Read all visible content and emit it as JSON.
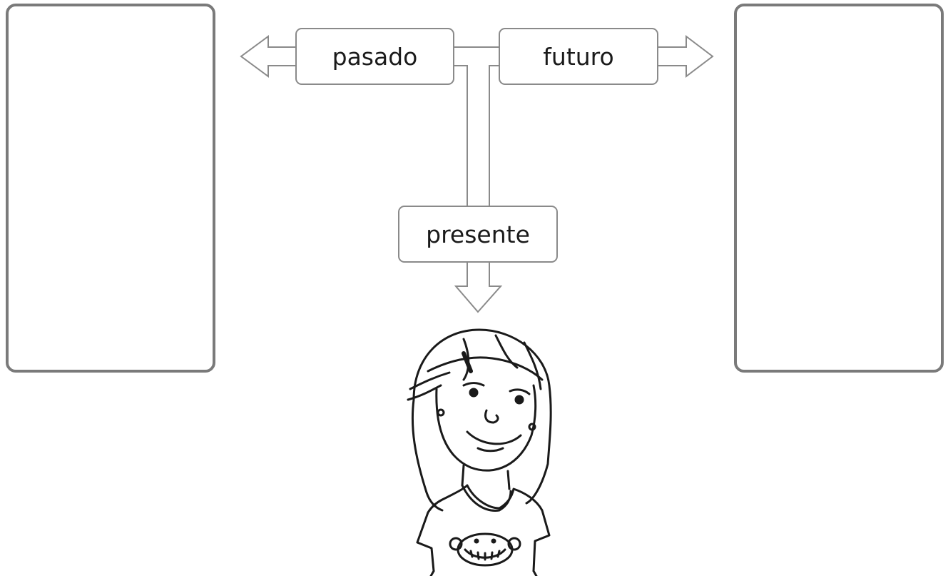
{
  "labels": {
    "past": "pasado",
    "future": "futuro",
    "present": "presente"
  },
  "colors": {
    "panel_border": "#7a7a7a",
    "arrow_stroke": "#8a8a8a",
    "ink": "#1a1a1a"
  }
}
